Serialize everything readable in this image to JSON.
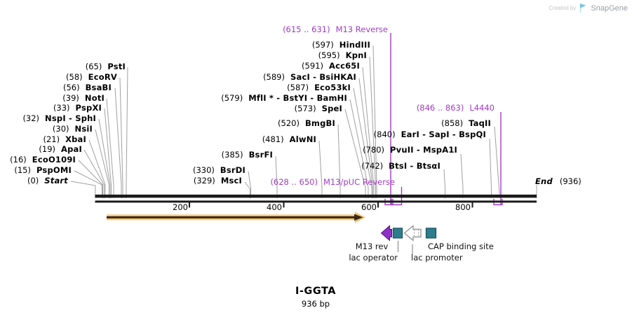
{
  "header": {
    "created_by": "Created by",
    "brand": "SnapGene"
  },
  "title": {
    "name": "I-GGTA",
    "length": "936 bp"
  },
  "ruler": {
    "ticks": [
      "200",
      "400",
      "600",
      "800"
    ]
  },
  "terminals": {
    "start_coord": "(0)",
    "start_name": "Start",
    "end_name": "End",
    "end_coord": "(936)"
  },
  "sites": {
    "left": [
      {
        "coord": "(65)",
        "name": "PstI"
      },
      {
        "coord": "(58)",
        "name": "EcoRV"
      },
      {
        "coord": "(56)",
        "name": "BsaBI"
      },
      {
        "coord": "(39)",
        "name": "NotI"
      },
      {
        "coord": "(33)",
        "name": "PspXI"
      },
      {
        "coord": "(32)",
        "name": "NspI - SphI"
      },
      {
        "coord": "(30)",
        "name": "NsiI"
      },
      {
        "coord": "(21)",
        "name": "XbaI"
      },
      {
        "coord": "(19)",
        "name": "ApaI"
      },
      {
        "coord": "(16)",
        "name": "EcoO109I"
      },
      {
        "coord": "(15)",
        "name": "PspOMI"
      }
    ],
    "middle": [
      {
        "coord": "(597)",
        "name": "HindIII"
      },
      {
        "coord": "(595)",
        "name": "KpnI"
      },
      {
        "coord": "(591)",
        "name": "Acc65I"
      },
      {
        "coord": "(589)",
        "name": "SacI - BsiHKAI"
      },
      {
        "coord": "(587)",
        "name": "Eco53kI"
      },
      {
        "coord": "(579)",
        "name": "MflI * - BstYI - BamHI"
      },
      {
        "coord": "(573)",
        "name": "SpeI"
      },
      {
        "coord": "(520)",
        "name": "BmgBI"
      },
      {
        "coord": "(481)",
        "name": "AlwNI"
      },
      {
        "coord": "(385)",
        "name": "BsrFI"
      },
      {
        "coord": "(330)",
        "name": "BsrDI"
      },
      {
        "coord": "(329)",
        "name": "MscI"
      }
    ],
    "right": [
      {
        "coord": "(858)",
        "name": "TaqII"
      },
      {
        "coord": "(840)",
        "name": "EarI - SapI - BspQI"
      },
      {
        "coord": "(780)",
        "name": "PvuII - MspA1I"
      },
      {
        "coord": "(742)",
        "name": "BtsI - BtsαI"
      }
    ]
  },
  "primers": [
    {
      "coord": "(615 .. 631)",
      "name": "M13 Reverse"
    },
    {
      "coord": "(628 .. 650)",
      "name": "M13/pUC Reverse"
    },
    {
      "coord": "(846 .. 863)",
      "name": "L4440"
    }
  ],
  "features": {
    "m13_rev": "M13 rev",
    "lac_operator": "lac operator",
    "lac_promoter": "lac promoter",
    "cap_binding_site": "CAP binding site"
  },
  "colors": {
    "primer_purple": "#A23BC6",
    "feature_teal": "#2E7D8F",
    "arrow_purple": "#8E2FC7",
    "orf_orange": "#F4C36F"
  }
}
